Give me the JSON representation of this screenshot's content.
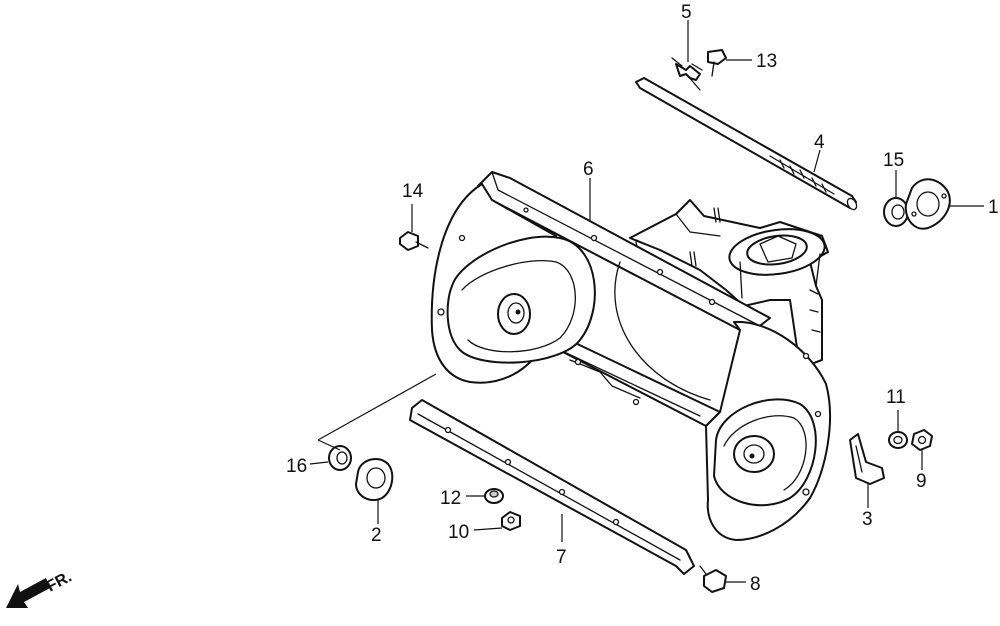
{
  "diagram": {
    "callouts": [
      {
        "id": "c1",
        "label": "1"
      },
      {
        "id": "c2",
        "label": "2"
      },
      {
        "id": "c3",
        "label": "3"
      },
      {
        "id": "c4",
        "label": "4"
      },
      {
        "id": "c5",
        "label": "5"
      },
      {
        "id": "c6",
        "label": "6"
      },
      {
        "id": "c7",
        "label": "7"
      },
      {
        "id": "c8",
        "label": "8"
      },
      {
        "id": "c9",
        "label": "9"
      },
      {
        "id": "c10",
        "label": "10"
      },
      {
        "id": "c11",
        "label": "11"
      },
      {
        "id": "c12",
        "label": "12"
      },
      {
        "id": "c13",
        "label": "13"
      },
      {
        "id": "c14",
        "label": "14"
      },
      {
        "id": "c15",
        "label": "15"
      },
      {
        "id": "c16",
        "label": "16"
      }
    ],
    "direction_label": "FR."
  }
}
